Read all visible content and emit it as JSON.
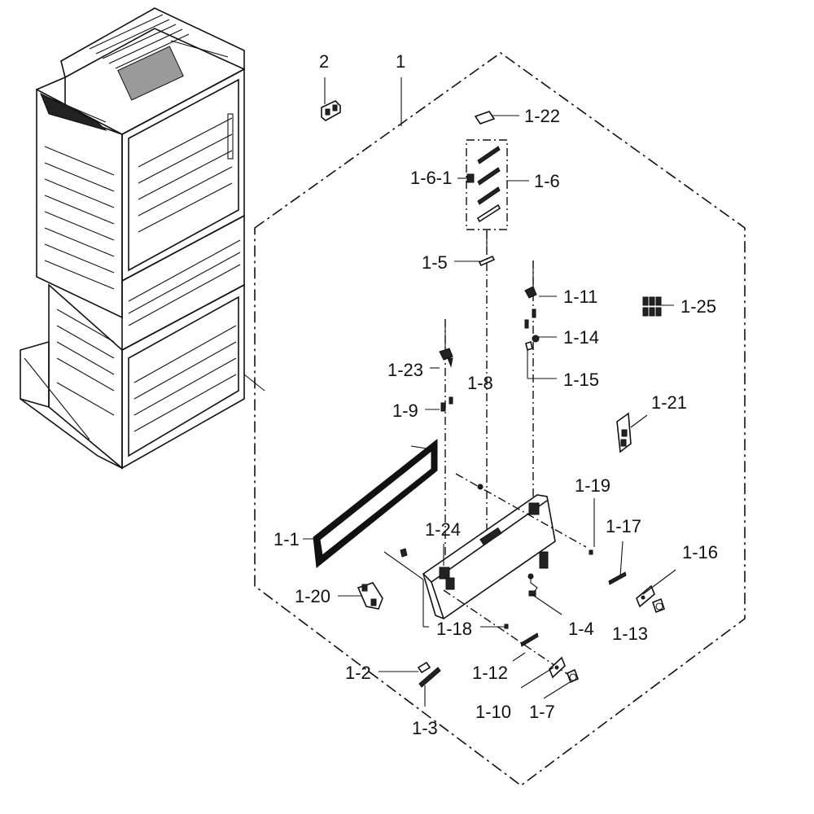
{
  "diagram": {
    "labels": {
      "p1": "1",
      "p2": "2",
      "p1_1": "1-1",
      "p1_2": "1-2",
      "p1_3": "1-3",
      "p1_4": "1-4",
      "p1_5": "1-5",
      "p1_6": "1-6",
      "p1_6_1": "1-6-1",
      "p1_7": "1-7",
      "p1_8": "1-8",
      "p1_9": "1-9",
      "p1_10": "1-10",
      "p1_11": "1-11",
      "p1_12": "1-12",
      "p1_13": "1-13",
      "p1_14": "1-14",
      "p1_15": "1-15",
      "p1_16": "1-16",
      "p1_17": "1-17",
      "p1_18": "1-18",
      "p1_19": "1-19",
      "p1_20": "1-20",
      "p1_21": "1-21",
      "p1_22": "1-22",
      "p1_23": "1-23",
      "p1_24": "1-24",
      "p1_25": "1-25"
    }
  }
}
